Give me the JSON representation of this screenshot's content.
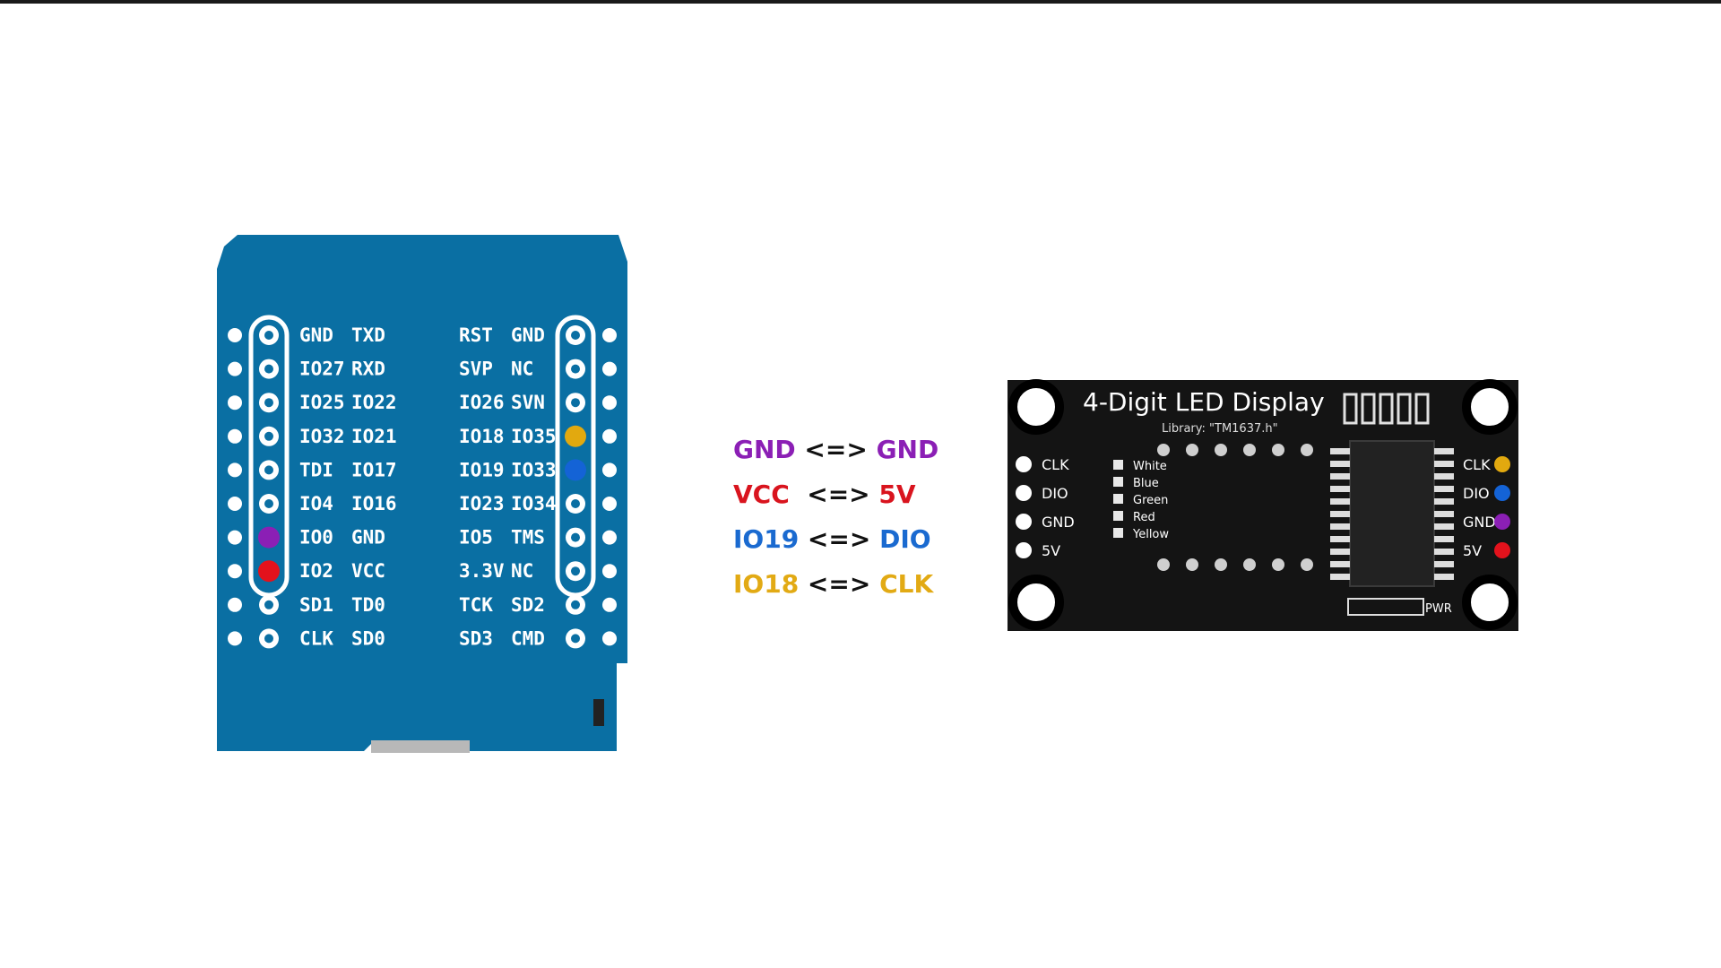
{
  "esp32_board": {
    "board_color": "#0a6fa3",
    "left_col_a": [
      "GND",
      "IO27",
      "IO25",
      "IO32",
      "TDI",
      "IO4",
      "IO0",
      "IO2",
      "SD1",
      "CLK"
    ],
    "left_col_b": [
      "TXD",
      "RXD",
      "IO22",
      "IO21",
      "IO17",
      "IO16",
      "GND",
      "VCC",
      "TD0",
      "SD0"
    ],
    "right_col_a": [
      "RST",
      "SVP",
      "IO26",
      "IO18",
      "IO19",
      "IO23",
      "IO5",
      "3.3V",
      "TCK",
      "SD3"
    ],
    "right_col_b": [
      "GND",
      "NC",
      "SVN",
      "IO35",
      "IO33",
      "IO34",
      "TMS",
      "NC",
      "SD2",
      "CMD"
    ],
    "marked_pins": [
      {
        "side": "left",
        "row": 6,
        "color": "#8b1fb5"
      },
      {
        "side": "left",
        "row": 7,
        "color": "#e3121c"
      },
      {
        "side": "right",
        "row": 3,
        "color": "#e2a90f"
      },
      {
        "side": "right",
        "row": 4,
        "color": "#1463d6"
      }
    ]
  },
  "connections": [
    {
      "left": "GND",
      "arrow": "<=>",
      "right": "GND",
      "color": "#8b1fb5"
    },
    {
      "left": "VCC ",
      "arrow": "<=>",
      "right": "5V",
      "color": "#d9141e"
    },
    {
      "left": "IO19",
      "arrow": "<=>",
      "right": "DIO",
      "color": "#1a6ad0"
    },
    {
      "left": "IO18",
      "arrow": "<=>",
      "right": "CLK",
      "color": "#e2aa14"
    }
  ],
  "led_display": {
    "title": "4-Digit LED Display",
    "library": "Library: \"TM1637.h\"",
    "left_pins": [
      "CLK",
      "DIO",
      "GND",
      "5V"
    ],
    "right_pins": [
      "CLK",
      "DIO",
      "GND",
      "5V"
    ],
    "right_pin_colors": [
      "#e2a90f",
      "#1463d6",
      "#8b1fb5",
      "#e3121c"
    ],
    "color_options": [
      "White",
      "Blue",
      "Green",
      "Red",
      "Yellow"
    ],
    "pwr_label": "PWR"
  }
}
